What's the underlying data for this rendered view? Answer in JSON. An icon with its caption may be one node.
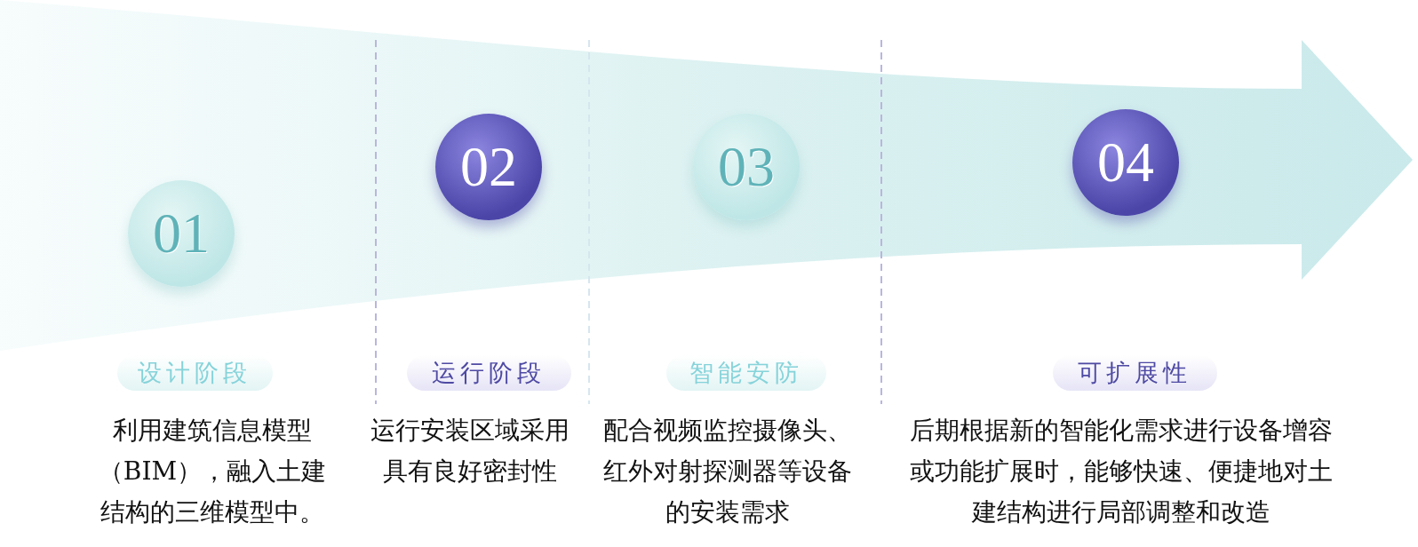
{
  "diagram": {
    "nodes": [
      {
        "text": [
          "01"
        ]
      },
      {
        "text": [
          "设计阶段"
        ],
        "beside": [
          "利用建筑信息模型（BIM），融入土建结构的三维模型中。"
        ]
      },
      {
        "text": [
          "02"
        ]
      },
      {
        "text": [
          "运行阶段"
        ],
        "beside": [
          "运行安装区域采用具有良好密封性"
        ]
      },
      {
        "text": [
          "03"
        ]
      },
      {
        "text": [
          "智能安防"
        ],
        "beside": [
          "配合视频监控摄像头、红外对射探测器等设备的安装需求"
        ]
      },
      {
        "text": [
          "04"
        ]
      },
      {
        "text": [
          "可扩展性"
        ],
        "beside": [
          "后期根据新的智能化需求进行设备增容或功能扩展时，能够快速、便捷地对土建结构进行局部调整和改造"
        ]
      }
    ],
    "edges": []
  }
}
